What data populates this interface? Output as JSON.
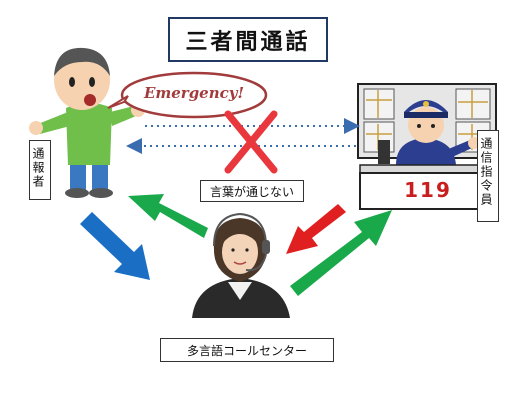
{
  "title": "三者間通話",
  "speech_bubble": "Emergency!",
  "caller_label": "通報者",
  "dispatcher_label": "通信指令員",
  "blocked_label": "言葉が通じない",
  "center_label": "多言語コールセンター",
  "sign_number": "119",
  "colors": {
    "blue_arrow": "#1a6fc4",
    "green_arrow": "#19a84a",
    "red_arrow": "#e02020",
    "cross": "#e8383d",
    "dotted_arrow": "#3a6cb0",
    "title_border": "#1f3864"
  }
}
